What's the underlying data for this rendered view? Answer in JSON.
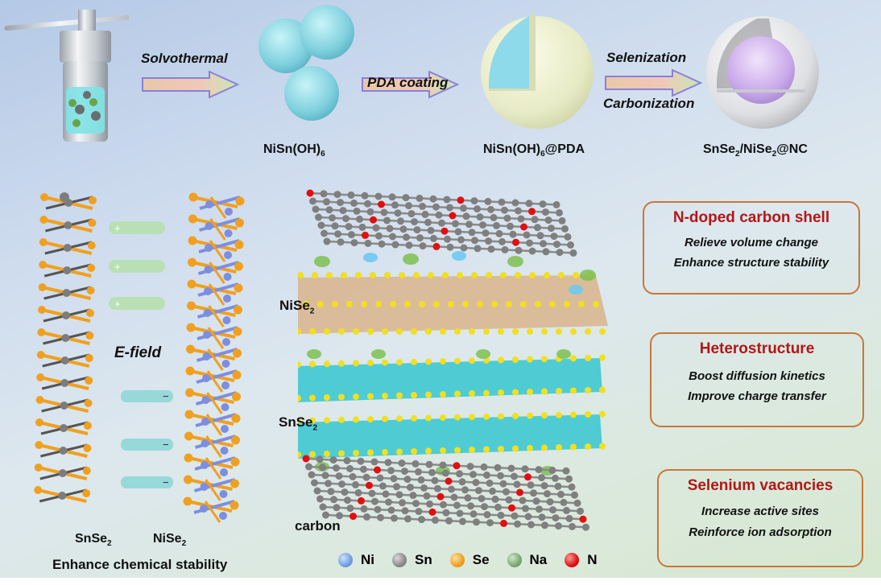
{
  "synthesis": {
    "steps": [
      {
        "label": "Solvothermal"
      },
      {
        "label": "PDA coating"
      },
      {
        "label": "Selenization",
        "label2": "Carbonization"
      }
    ],
    "products": [
      {
        "main": "NiSn(OH)",
        "sub": "6",
        "tail": ""
      },
      {
        "main": "NiSn(OH)",
        "sub": "6",
        "tail": "@PDA"
      },
      {
        "main": "SnSe",
        "sub": "2",
        "mid": "/NiSe",
        "sub2": "2",
        "tail": "@NC"
      }
    ]
  },
  "left_panel": {
    "efield_label": "E-field",
    "chain_labels": [
      {
        "main": "SnSe",
        "sub": "2"
      },
      {
        "main": "NiSe",
        "sub": "2"
      }
    ],
    "caption": "Enhance chemical stability",
    "plus_sign": "+",
    "minus_sign": "−"
  },
  "center_panel": {
    "layer_labels": [
      {
        "main": "NiSe",
        "sub": "2"
      },
      {
        "main": "SnSe",
        "sub": "2"
      },
      {
        "main": "carbon",
        "sub": ""
      }
    ]
  },
  "boxes": [
    {
      "title": "N-doped carbon shell",
      "lines": [
        "Relieve volume change",
        "Enhance structure stability"
      ]
    },
    {
      "title": "Heterostructure",
      "lines": [
        "Boost diffusion kinetics",
        "Improve charge transfer"
      ]
    },
    {
      "title": "Selenium vacancies",
      "lines": [
        "Increase active sites",
        "Reinforce ion adsorption"
      ]
    }
  ],
  "legend": [
    {
      "label": "Ni",
      "color": "#6f9ee0"
    },
    {
      "label": "Sn",
      "color": "#8a8a8a"
    },
    {
      "label": "Se",
      "color": "#f0a020"
    },
    {
      "label": "Na",
      "color": "#7aa870"
    },
    {
      "label": "N",
      "color": "#e01010"
    }
  ],
  "colors": {
    "box_border": "#c8773a",
    "box_title": "#b01818",
    "ni_bond": "#7d8ee0",
    "se_bond": "#f0a020"
  }
}
